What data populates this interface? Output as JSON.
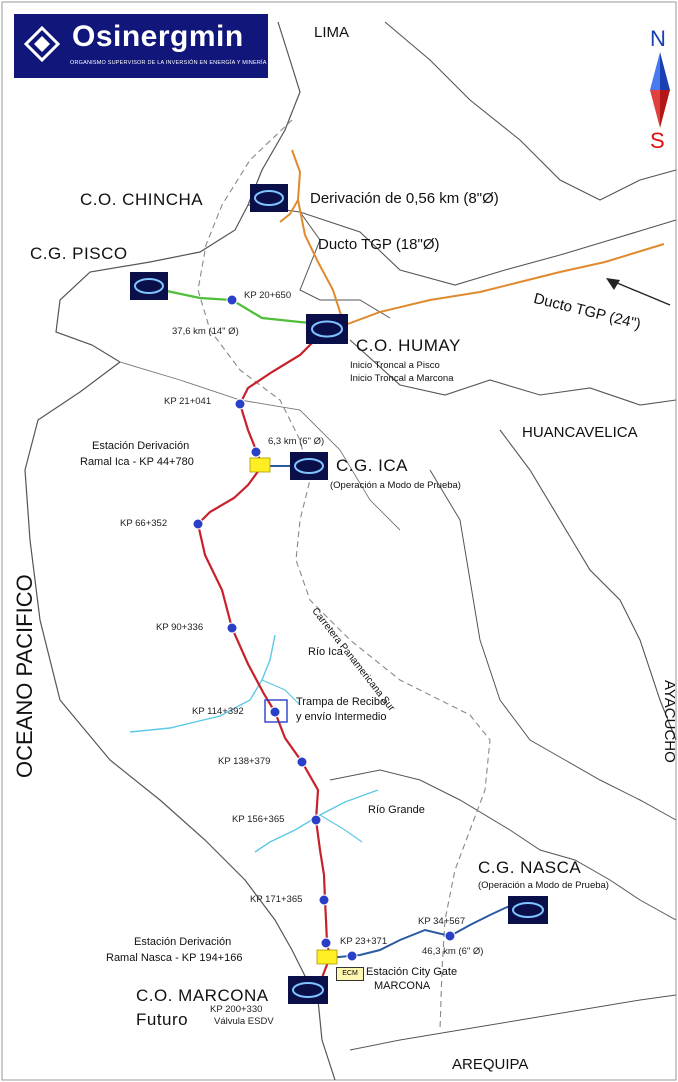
{
  "logo": {
    "name": "Osinergmin",
    "subtitle": "ORGANISMO SUPERVISOR DE LA INVERSIÓN EN ENERGÍA Y MINERÍA"
  },
  "compass": {
    "north": "N",
    "south": "S"
  },
  "regions": {
    "lima": "LIMA",
    "huancavelica": "HUANCAVELICA",
    "ayacucho": "AYACUCHO",
    "arequipa": "AREQUIPA",
    "ocean": "OCEANO PACIFICO"
  },
  "stations": {
    "chincha": "C.O. CHINCHA",
    "pisco": "C.G. PISCO",
    "humay": "C.O. HUMAY",
    "humay_note1": "Inicio Troncal a Pisco",
    "humay_note2": "Inicio Troncal a Marcona",
    "ica": "C.G. ICA",
    "ica_note": "(Operación a Modo de Prueba)",
    "nasca": "C.G. NASCA",
    "nasca_note": "(Operación a Modo de Prueba)",
    "marcona": "C.O. MARCONA",
    "marcona_future": "Futuro"
  },
  "pipelines": {
    "derivacion": "Derivación de 0,56 km (8\"Ø)",
    "tgp18": "Ducto TGP (18\"Ø)",
    "tgp24": "Ducto TGP (24\")",
    "pisco_len": "37,6 km (14\" Ø)",
    "ica_len": "6,3 km (6\" Ø)",
    "nasca_len": "46,3 km (6\" Ø)"
  },
  "derivation_stations": {
    "ica_line1": "Estación Derivación",
    "ica_line2": "Ramal Ica - KP 44+780",
    "nasca_line1": "Estación Derivación",
    "nasca_line2": "Ramal Nasca - KP 194+166"
  },
  "kp_markers": [
    "KP 20+650",
    "KP 21+041",
    "KP 66+352",
    "KP 90+336",
    "KP 114+392",
    "KP 138+379",
    "KP 156+365",
    "KP 171+365",
    "KP 23+371",
    "KP 34+567"
  ],
  "marcona_kp": "KP 200+330",
  "marcona_valve": "Válvula ESDV",
  "trampa_line1": "Trampa de Recibo",
  "trampa_line2": "y envío Intermedio",
  "rivers": {
    "ica": "Río Ica",
    "grande": "Río Grande"
  },
  "road": "Carretera Panamericana Sur",
  "city_gate": {
    "badge": "ECM",
    "line1": "Estación City Gate",
    "line2": "MARCONA"
  },
  "colors": {
    "main_pipeline": "#c8202a",
    "pisco_branch": "#4fbf3a",
    "tgp_pipeline": "#e08a2e",
    "nasca_branch": "#2a5aa0",
    "river": "#5ec8e6",
    "station_block": "#0a0f4a",
    "derivation_station": "#ffee22"
  }
}
